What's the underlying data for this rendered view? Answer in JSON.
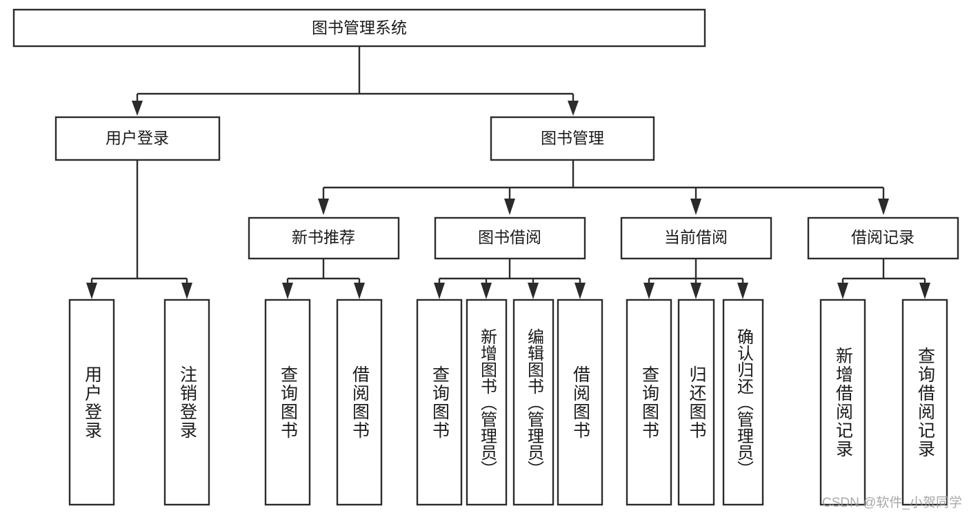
{
  "diagram": {
    "title": "图书管理系统",
    "type": "tree-hierarchy",
    "root": {
      "label": "图书管理系统"
    },
    "level2": [
      {
        "label": "用户登录"
      },
      {
        "label": "图书管理"
      }
    ],
    "level3": [
      {
        "label": "新书推荐"
      },
      {
        "label": "图书借阅"
      },
      {
        "label": "当前借阅"
      },
      {
        "label": "借阅记录"
      }
    ],
    "leaves": {
      "user_login": [
        {
          "label": "用户登录"
        },
        {
          "label": "注销登录"
        }
      ],
      "new_book_recommend": [
        {
          "label": "查询图书"
        },
        {
          "label": "借阅图书"
        }
      ],
      "book_borrow": [
        {
          "label": "查询图书"
        },
        {
          "label": "新增图书（管理员）"
        },
        {
          "label": "编辑图书（管理员）"
        },
        {
          "label": "借阅图书"
        }
      ],
      "current_borrow": [
        {
          "label": "查询图书"
        },
        {
          "label": "归还图书"
        },
        {
          "label": "确认归还（管理员）"
        }
      ],
      "borrow_records": [
        {
          "label": "新增借阅记录"
        },
        {
          "label": "查询借阅记录"
        }
      ]
    }
  },
  "watermark": {
    "text": "CSDN @软件_小贺同学"
  },
  "colors": {
    "stroke": "#2b2b2b",
    "fill": "#ffffff",
    "text": "#1a1a1a",
    "watermark": "#9a9a9a"
  }
}
